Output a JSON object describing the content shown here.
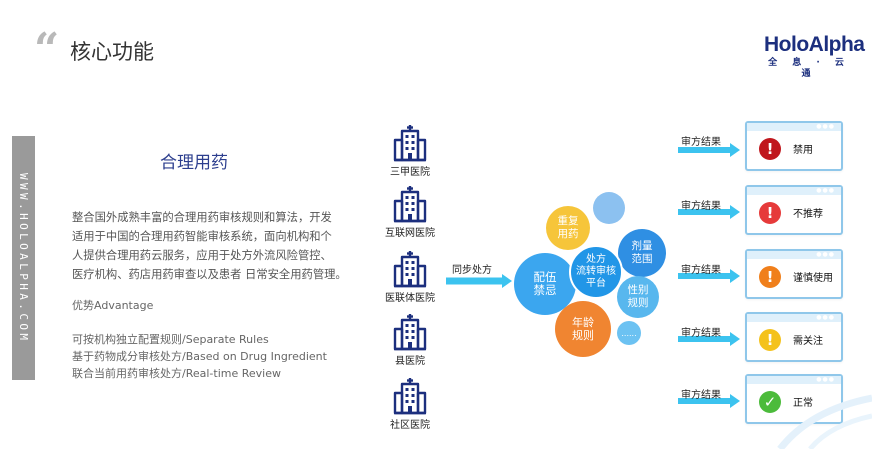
{
  "header": {
    "quote": "“",
    "title": "核心功能"
  },
  "logo": {
    "main": "HoloAlpha",
    "sub": "全 息 · 云 通"
  },
  "side_bar": {
    "text": "WWW.HOLOALPHA.COM"
  },
  "section": {
    "title": "合理用药"
  },
  "description": [
    "整合国外成熟丰富的合理用药审核规则和算法，开发",
    "适用于中国的合理用药智能审核系统，面向机构和个",
    "人提供合理用药云服务，应用于处方外流风险管控、",
    "医疗机构、药店用药审查以及患者 日常安全用药管理。"
  ],
  "advantage": {
    "title": "优势Advantage",
    "items": [
      "可按机构独立配置规则/Separate Rules",
      "基于药物成分审核处方/Based on Drug Ingredient",
      "联合当前用药审核处方/Real-time Review"
    ]
  },
  "hospitals": [
    "三甲医院",
    "互联网医院",
    "医联体医院",
    "县医院",
    "社区医院"
  ],
  "sync_label": "同步处方",
  "bubbles": {
    "center": "处方\n流转审核\n平台",
    "peifu": "配伍\n禁忌",
    "chongfu": "重复\n用药",
    "jiliang": "剂量\n范围",
    "xingbie": "性别\n规则",
    "nianling": "年龄\n规则",
    "more": "......"
  },
  "results": [
    {
      "label": "审方结果",
      "status": "禁用",
      "icon": "!",
      "icon_name": "stop-icon",
      "color": "#c0171d"
    },
    {
      "label": "审方结果",
      "status": "不推荐",
      "icon": "!",
      "icon_name": "warning-red-icon",
      "color": "#e63a3a"
    },
    {
      "label": "审方结果",
      "status": "谨慎使用",
      "icon": "!",
      "icon_name": "warning-orange-icon",
      "color": "#f07f1b"
    },
    {
      "label": "审方结果",
      "status": "需关注",
      "icon": "!",
      "icon_name": "warning-yellow-icon",
      "color": "#f4c21c"
    },
    {
      "label": "审方结果",
      "status": "正常",
      "icon": "✓",
      "icon_name": "check-icon",
      "color": "#4cbb3b"
    }
  ],
  "colors": {
    "accent_blue": "#2f8fe3",
    "arrow_cyan": "#3cc3ef",
    "orange": "#f08531",
    "yellow": "#f6c53a",
    "light_blue": "#58b7ee",
    "navy": "#1c2f7e"
  }
}
